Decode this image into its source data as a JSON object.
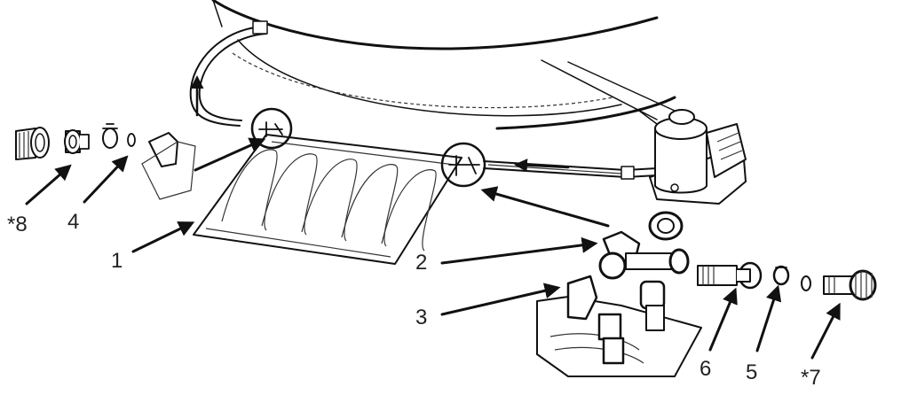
{
  "callouts": {
    "c1": "1",
    "c2": "2",
    "c3": "3",
    "c4": "4",
    "c5": "5",
    "c6": "6",
    "c7": "*7",
    "c8": "*8"
  },
  "colors": {
    "ink": "#111111",
    "background": "#ffffff"
  },
  "icons": {
    "arrow": "arrow-icon",
    "detail": "detail-circle-icon"
  }
}
